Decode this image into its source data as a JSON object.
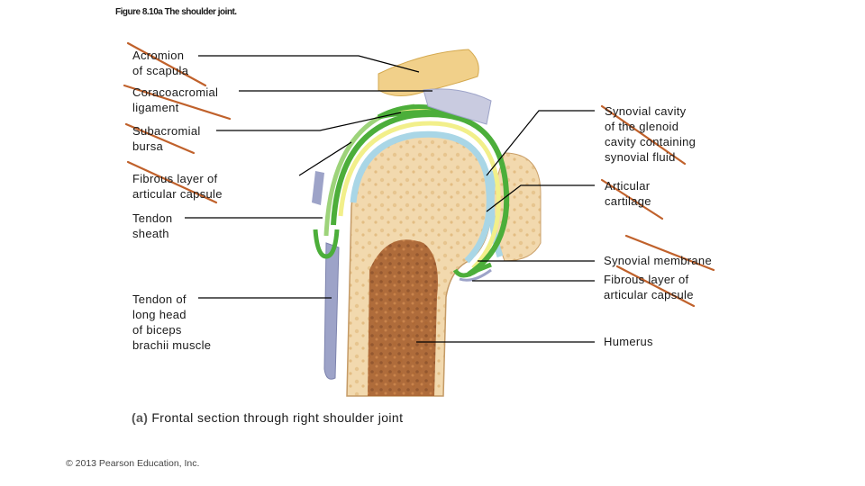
{
  "figure_title": "Figure 8.10a  The shoulder joint.",
  "caption": {
    "part": "(a)",
    "text": "Frontal section through right shoulder joint"
  },
  "copyright": "© 2013 Pearson Education, Inc.",
  "labels_left": [
    {
      "id": "acromion",
      "text": "Acromion\nof scapula"
    },
    {
      "id": "coracoacromial",
      "text": "Coracoacromial\nligament"
    },
    {
      "id": "subacromial",
      "text": "Subacromial\nbursa"
    },
    {
      "id": "fibrous-left",
      "text": "Fibrous layer of\narticular capsule"
    },
    {
      "id": "tendon-sheath",
      "text": "Tendon\nsheath"
    },
    {
      "id": "biceps",
      "text": "Tendon of\nlong head\nof biceps\nbrachii muscle"
    }
  ],
  "labels_right": [
    {
      "id": "synovial-cavity",
      "text": "Synovial cavity\nof the glenoid\ncavity containing\nsynovial fluid"
    },
    {
      "id": "articular-cartilage",
      "text": "Articular\ncartilage"
    },
    {
      "id": "synovial-membrane",
      "text": "Synovial membrane"
    },
    {
      "id": "fibrous-right",
      "text": "Fibrous layer of\narticular capsule"
    },
    {
      "id": "humerus",
      "text": "Humerus"
    }
  ],
  "colors": {
    "bone": "#f2d9ae",
    "marrow": "#a8602e",
    "cartilage": "#a9d6e6",
    "capsule_green": "#4cae3a",
    "bursa_yellow": "#f2ef8a",
    "tendon": "#9da3c8",
    "acromion": "#f1d08a",
    "strike": "#c0612b"
  }
}
